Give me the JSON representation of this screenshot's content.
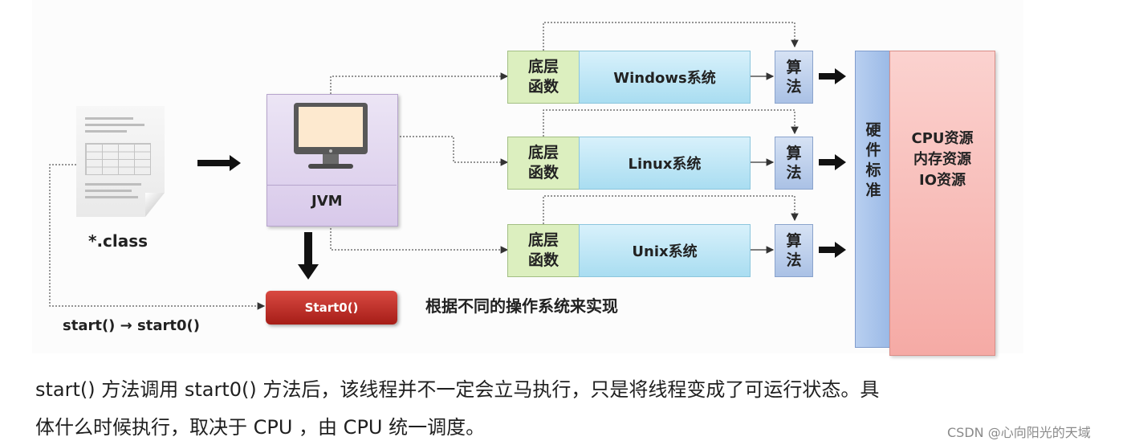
{
  "diagram": {
    "class_file_label": "*.class",
    "jvm_label": "JVM",
    "start0_button_label": "Start0()",
    "start_call_label": "start() → start0()",
    "os_note": "根据不同的操作系统来实现",
    "underlying_func_lines": [
      "底层",
      "函数"
    ],
    "algorithm_lines": [
      "算",
      "法"
    ],
    "os_rows": [
      {
        "os_label": "Windows系统"
      },
      {
        "os_label": "Linux系统"
      },
      {
        "os_label": "Unix系统"
      }
    ],
    "hardware_standard_chars": [
      "硬",
      "件",
      "标",
      "准"
    ],
    "resources": [
      "CPU资源",
      "内存资源",
      "IO资源"
    ]
  },
  "caption": {
    "line1": "start() 方法调用 start0() 方法后，该线程并不一定会立马执行，只是将线程变成了可运行状态。具",
    "line2": "体什么时候执行，取决于 CPU ，由 CPU 统一调度。"
  },
  "watermark": "CSDN @心向阳光的天域",
  "colors": {
    "jvm_fill": "#d8c9ea",
    "start0_fill": "#c0302a",
    "func_fill": "#dcefbf",
    "os_fill": "#a9ddf1",
    "algo_fill": "#aac1e5",
    "hardware_fill": "#9ab9e6",
    "resource_fill": "#f5aaa5"
  }
}
